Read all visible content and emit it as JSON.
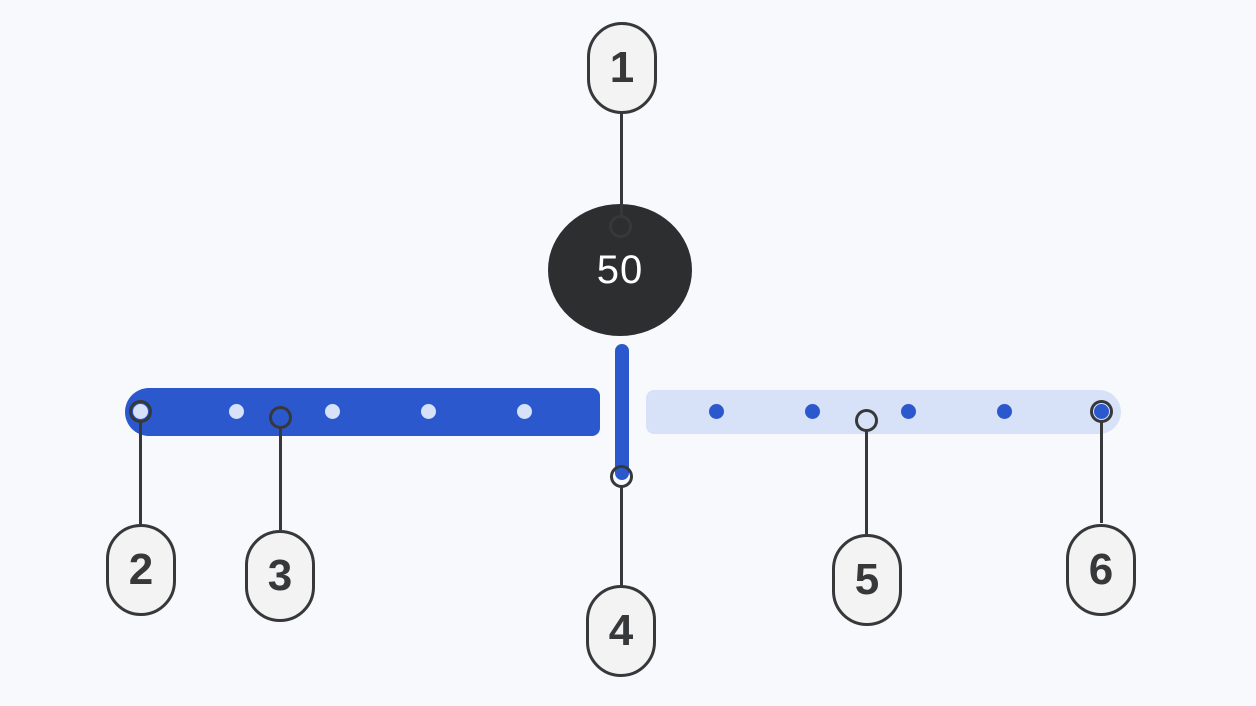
{
  "component": "slider-anatomy-diagram",
  "value_label": {
    "text": "50"
  },
  "slider": {
    "value": 50,
    "active_stop_indicators": 5,
    "inactive_stop_indicators": 5
  },
  "callouts": [
    {
      "number": "1",
      "target": "value-label"
    },
    {
      "number": "2",
      "target": "active-track-end-stop-indicator"
    },
    {
      "number": "3",
      "target": "active-track"
    },
    {
      "number": "4",
      "target": "handle"
    },
    {
      "number": "5",
      "target": "inactive-track"
    },
    {
      "number": "6",
      "target": "inactive-track-end-stop-indicator"
    }
  ],
  "colors": {
    "background": "#f8f9fd",
    "primary_blue": "#2b58cc",
    "track_inactive": "#d7e1f8",
    "value_label_bg": "#2d2e30",
    "annotation_ink": "#37383a",
    "callout_bg": "#f3f3f4",
    "value_text": "#ffffff"
  }
}
